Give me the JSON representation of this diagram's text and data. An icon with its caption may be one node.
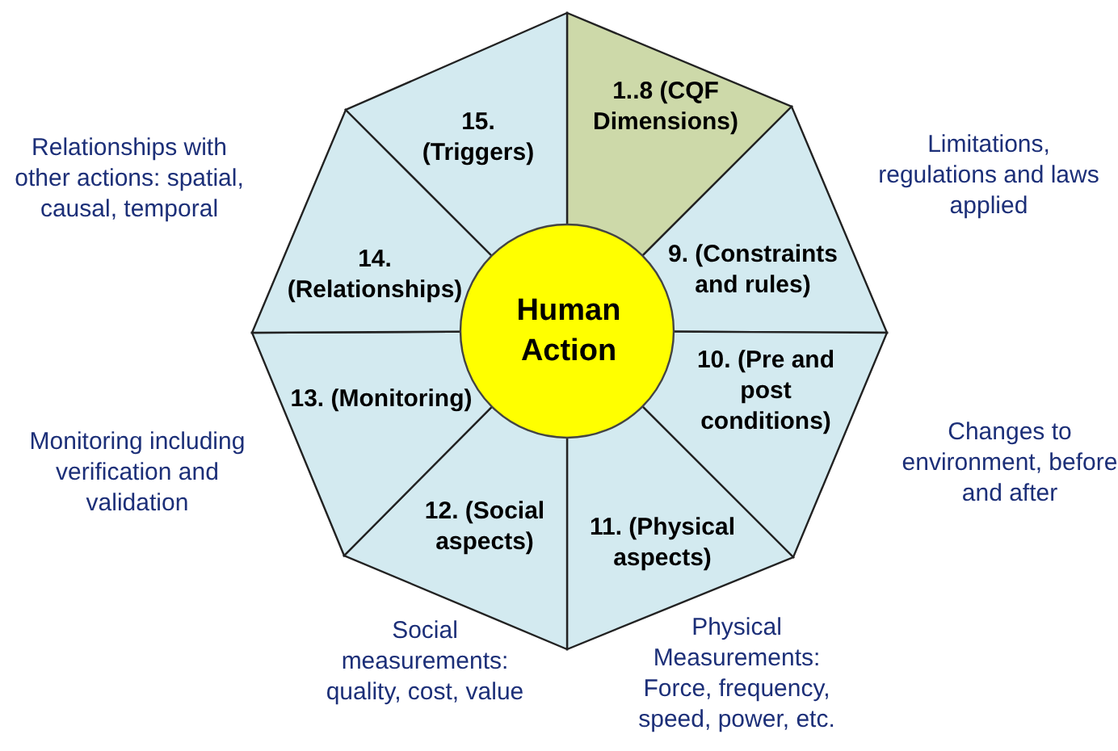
{
  "diagram": {
    "nodes": [
      {
        "text": [
          "Human Action"
        ]
      },
      {
        "text": [
          "1..8 (CQF Dimensions)"
        ]
      },
      {
        "text": [
          "9. (Constraints and rules)"
        ]
      },
      {
        "text": [
          "10. (Pre and post conditions)"
        ]
      },
      {
        "text": [
          "11. (Physical aspects)"
        ]
      },
      {
        "text": [
          "12. (Social aspects)"
        ]
      },
      {
        "text": [
          "13. (Monitoring)"
        ]
      },
      {
        "text": [
          "14. (Relationships)"
        ]
      },
      {
        "text": [
          "15. (Triggers)"
        ]
      }
    ],
    "labels": [
      "Relationships with other actions: spatial, causal, temporal",
      "Limitations, regulations and laws applied",
      "Changes to environment, before and after",
      "Monitoring including verification and validation",
      "Social measurements: quality, cost, value",
      "Physical Measurements: Force, frequency, speed, power, etc."
    ]
  }
}
